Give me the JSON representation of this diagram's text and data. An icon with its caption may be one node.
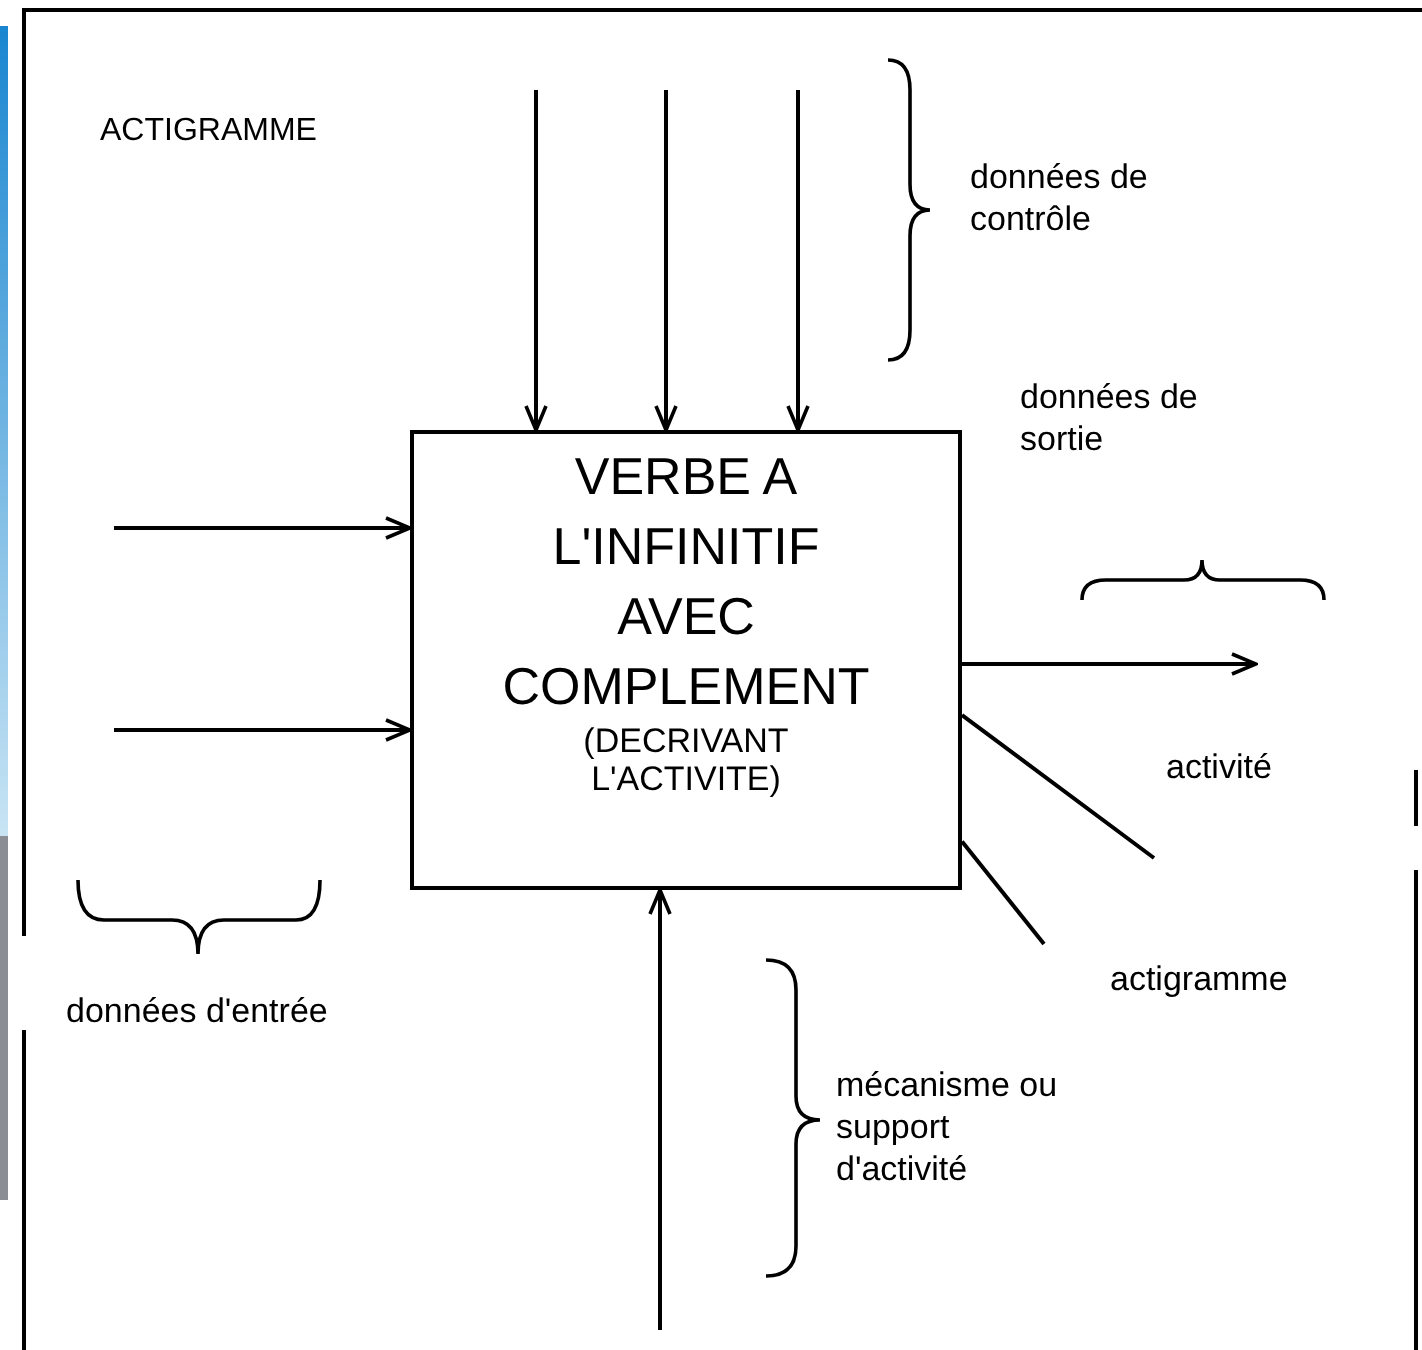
{
  "diagram": {
    "nodes": [
      {
        "text": [
          "VERBE A L'INFINITIF AVEC COMPLEMENT",
          "(DECRIVANT L'ACTIVITE)"
        ]
      },
      {
        "text": [
          "activité"
        ]
      },
      {
        "text": [
          "actigramme"
        ]
      }
    ],
    "edges": [
      {
        "from": null,
        "to": 0,
        "arrow": "to"
      },
      {
        "from": null,
        "to": 0,
        "arrow": "to"
      },
      {
        "from": null,
        "to": 0,
        "arrow": "to"
      },
      {
        "from": null,
        "to": 0,
        "arrow": "to"
      },
      {
        "from": null,
        "to": 0,
        "arrow": "to"
      },
      {
        "from": 0,
        "to": null,
        "arrow": "to"
      },
      {
        "from": null,
        "to": 0,
        "arrow": "to"
      },
      {
        "from": 1,
        "to": 0,
        "arrow": "none"
      },
      {
        "from": 2,
        "to": 0,
        "arrow": "none"
      }
    ],
    "labels": [
      "ACTIGRAMME",
      "données de contrôle",
      "données de sortie",
      "données d'entrée",
      "mécanisme ou support d'activité"
    ]
  }
}
